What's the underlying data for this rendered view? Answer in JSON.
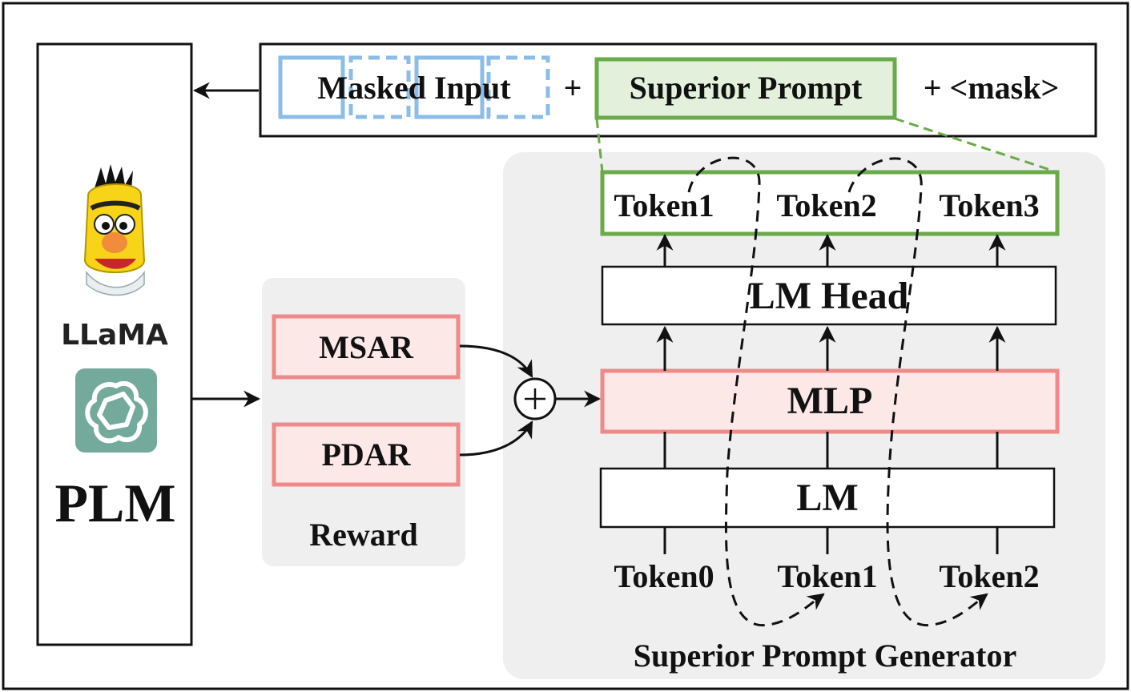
{
  "plm": {
    "llama_label": "LLaMA",
    "title": "PLM"
  },
  "input_bar": {
    "masked_input": "Masked Input",
    "plus1": "+",
    "superior_prompt": "Superior Prompt",
    "plus_mask": "+ <mask>"
  },
  "reward": {
    "msar": "MSAR",
    "pdar": "PDAR",
    "title": "Reward"
  },
  "generator": {
    "out_tokens": [
      "Token1",
      "Token2",
      "Token3"
    ],
    "lm_head": "LM Head",
    "mlp": "MLP",
    "lm": "LM",
    "in_tokens": [
      "Token0",
      "Token1",
      "Token2"
    ],
    "title": "Superior Prompt Generator"
  },
  "colors": {
    "blue": "#8bbde8",
    "green": "#6aaa48",
    "pink": "#f08a8a",
    "pink_fill": "#fde8e8",
    "green_fill": "#e3f0dc",
    "panel": "#efefef"
  }
}
